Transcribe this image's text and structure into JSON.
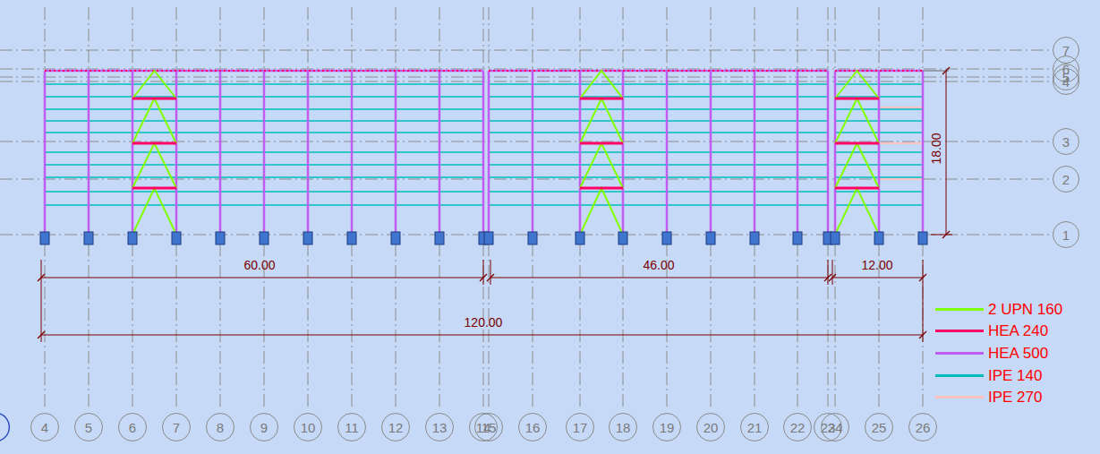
{
  "diagram": {
    "nodes": [
      {
        "text": [
          "7"
        ]
      },
      {
        "text": [
          "6"
        ]
      },
      {
        "text": [
          "5"
        ]
      },
      {
        "text": [
          "4"
        ]
      },
      {
        "text": [
          "3"
        ]
      },
      {
        "text": [
          "2"
        ]
      },
      {
        "text": [
          "1"
        ]
      },
      {
        "text": [
          "4"
        ]
      },
      {
        "text": [
          "5"
        ]
      },
      {
        "text": [
          "6"
        ]
      },
      {
        "text": [
          "7"
        ]
      },
      {
        "text": [
          "8"
        ]
      },
      {
        "text": [
          "9"
        ]
      },
      {
        "text": [
          "10"
        ]
      },
      {
        "text": [
          "11"
        ]
      },
      {
        "text": [
          "12"
        ]
      },
      {
        "text": [
          "13"
        ]
      },
      {
        "text": [
          "14"
        ]
      },
      {
        "text": [
          "15"
        ]
      },
      {
        "text": [
          "16"
        ]
      },
      {
        "text": [
          "17"
        ]
      },
      {
        "text": [
          "18"
        ]
      },
      {
        "text": [
          "19"
        ]
      },
      {
        "text": [
          "20"
        ]
      },
      {
        "text": [
          "21"
        ]
      },
      {
        "text": [
          "22"
        ]
      },
      {
        "text": [
          "23"
        ]
      },
      {
        "text": [
          "24"
        ]
      },
      {
        "text": [
          "25"
        ]
      },
      {
        "text": [
          "26"
        ]
      }
    ],
    "labels": [
      "60.00",
      "46.00",
      "12.00",
      "120.00",
      "18.00"
    ],
    "legend": [
      {
        "text": "2 UPN 160",
        "color": "#80ff00"
      },
      {
        "text": "HEA 240",
        "color": "#ff0066"
      },
      {
        "text": "HEA 500",
        "color": "#c05cf0"
      },
      {
        "text": "IPE 140",
        "color": "#00bcbc"
      },
      {
        "text": "IPE 270",
        "color": "#ffc0c0"
      }
    ]
  }
}
